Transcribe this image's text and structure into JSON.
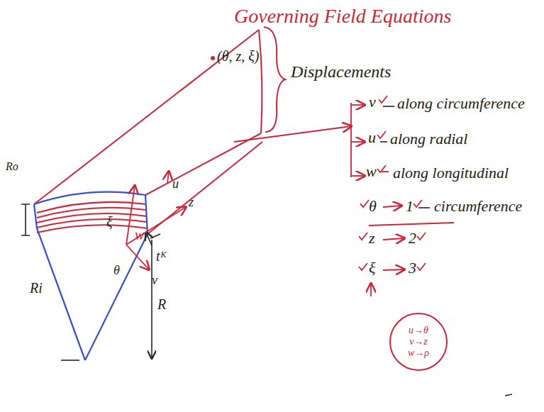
{
  "diagram": {
    "title": "Governing Field Equations",
    "nodes": [
      {
        "text": [
          "u→θ v→z w→ρ"
        ]
      }
    ],
    "edges": [],
    "labels": [
      "(θ, z, ξ)",
      "Displacements",
      "v",
      "along circumference",
      "u",
      "along radial",
      "w",
      "along longitudinal",
      "θ",
      "1",
      "circumference",
      "z",
      "2",
      "ξ",
      "3",
      "Ro",
      "Ri",
      "R",
      "tᴷ",
      "u",
      "ξ",
      "w",
      "z",
      "θ",
      "v"
    ]
  }
}
